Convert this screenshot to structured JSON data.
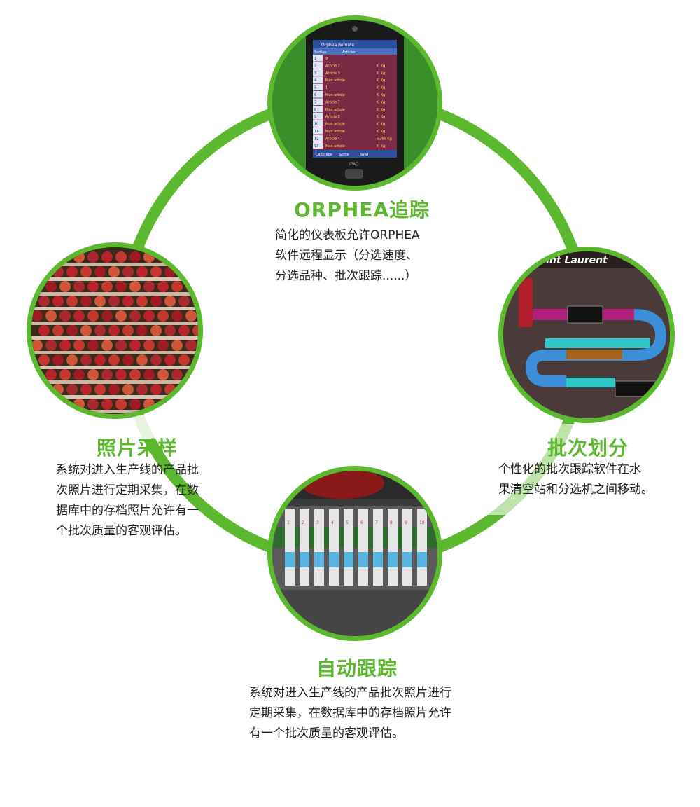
{
  "colors": {
    "accent": "#5cb82e",
    "text": "#222222"
  },
  "sections": {
    "orphea_tracking": {
      "title": "ORPHEA追踪",
      "desc_lines": [
        "简化的仪表板允许ORPHEA",
        "软件远程显示（分选速度、",
        "分选品种、批次跟踪......）"
      ],
      "image": {
        "app_title": "Orphea Remote",
        "columns": [
          "Sorties",
          "Articles"
        ],
        "rows": [
          [
            "1",
            "9",
            ""
          ],
          [
            "2",
            "Article 2",
            "0 Kg"
          ],
          [
            "3",
            "Article 3",
            "0 Kg"
          ],
          [
            "4",
            "Mon article",
            "0 Kg"
          ],
          [
            "5",
            "1",
            "0 Kg"
          ],
          [
            "6",
            "Mon article",
            "0 Kg"
          ],
          [
            "7",
            "Article 7",
            "0 Kg"
          ],
          [
            "8",
            "Mon article",
            "0 Kg"
          ],
          [
            "9",
            "Article 8",
            "0 Kg"
          ],
          [
            "10",
            "Mon article",
            "0 Kg"
          ],
          [
            "11",
            "Mon article",
            "0 Kg"
          ],
          [
            "12",
            "Article 4",
            "5260 Kg"
          ],
          [
            "13",
            "Mon article",
            "0 Kg"
          ]
        ],
        "footer": [
          "Calibrage",
          "Sortie",
          "Suivi"
        ],
        "brand": "iPAQ"
      }
    },
    "batch_split": {
      "title": "批次划分",
      "desc_lines": [
        "个性化的批次跟踪软件在水",
        "果清空站和分选机之间移动。"
      ],
      "image": {
        "banner": "t Saint Laurent"
      }
    },
    "auto_tracking": {
      "title": "自动跟踪",
      "desc_lines": [
        "系统对进入生产线的产品批次照片进行",
        "定期采集，在数据库中的存档照片允许",
        "有一个批次质量的客观评估。"
      ],
      "image": {
        "lanes": [
          "1",
          "2",
          "3",
          "4",
          "5",
          "6",
          "7",
          "8",
          "9",
          "10"
        ]
      }
    },
    "photo_sampling": {
      "title": "照片采样",
      "desc_lines": [
        "系统对进入生产线的产品批",
        "次照片进行定期采集，在数",
        "据库中的存档照片允许有一",
        "个批次质量的客观评估。"
      ]
    }
  }
}
